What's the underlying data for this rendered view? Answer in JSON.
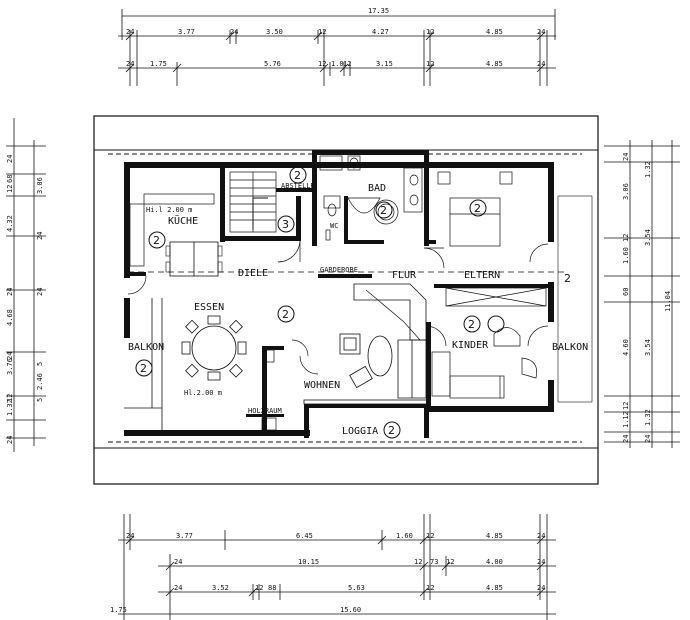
{
  "rooms": {
    "kueche": "KÜCHE",
    "kueche_height": "Hi.l 2.00 m",
    "abstellr": "ABSTELLR",
    "bad": "BAD",
    "wc": "WC",
    "diele": "DIELE",
    "garderobe": "GARDEROBE",
    "flur": "FLUR",
    "eltern": "ELTERN",
    "essen": "ESSEN",
    "balkon_left": "BALKON",
    "wohnen": "WOHNEN",
    "essen_height": "Hl.2.00 m",
    "holzraum": "HOLZRAUM",
    "loggia": "LOGGIA",
    "kinder": "KINDER",
    "balkon_right": "BALKON"
  },
  "markers": {
    "abstellr": "2",
    "bad": "2",
    "eltern": "2",
    "kueche": "2",
    "stair": "3",
    "essen": "2",
    "balkon_left": "2",
    "kinder": "2",
    "loggia": "2",
    "right_edge": "2"
  },
  "dims_top": {
    "overall": "17.35",
    "row1": [
      "24",
      "3.77",
      "24",
      "3.50",
      "12",
      "4.27",
      "12",
      "4.85",
      "24"
    ],
    "row2": [
      "24",
      "1.75",
      "5.76",
      "12",
      "1.0",
      "12",
      "3.15",
      "12",
      "4.85",
      "24"
    ]
  },
  "dims_bottom": {
    "row1": [
      "24",
      "3.77",
      "6.45",
      "1.60",
      "12",
      "4.85",
      "24"
    ],
    "row2": [
      "24",
      "10.15",
      "12",
      "73",
      "12",
      "4.00",
      "24"
    ],
    "row3": [
      "24",
      "3.52",
      "12",
      "88",
      "5.63",
      "12",
      "4.85",
      "24"
    ],
    "row4": [
      "1.75",
      "15.60"
    ]
  },
  "dims_left": {
    "col1": [
      "24",
      "68",
      "12",
      "4.32",
      "24",
      "4.68",
      "24",
      "3.76",
      "12",
      "1.32",
      "24"
    ],
    "col2": [
      "3.06",
      "24",
      "24",
      "5",
      "2.46",
      "5"
    ]
  },
  "dims_right": {
    "col1": [
      "24",
      "3.06",
      "12",
      "1.60",
      "60",
      "4.60",
      "12",
      "1.12",
      "24"
    ],
    "col2": [
      "1.32",
      "3.54",
      "3.54",
      "1.32",
      "24"
    ],
    "overall": "11.04"
  }
}
